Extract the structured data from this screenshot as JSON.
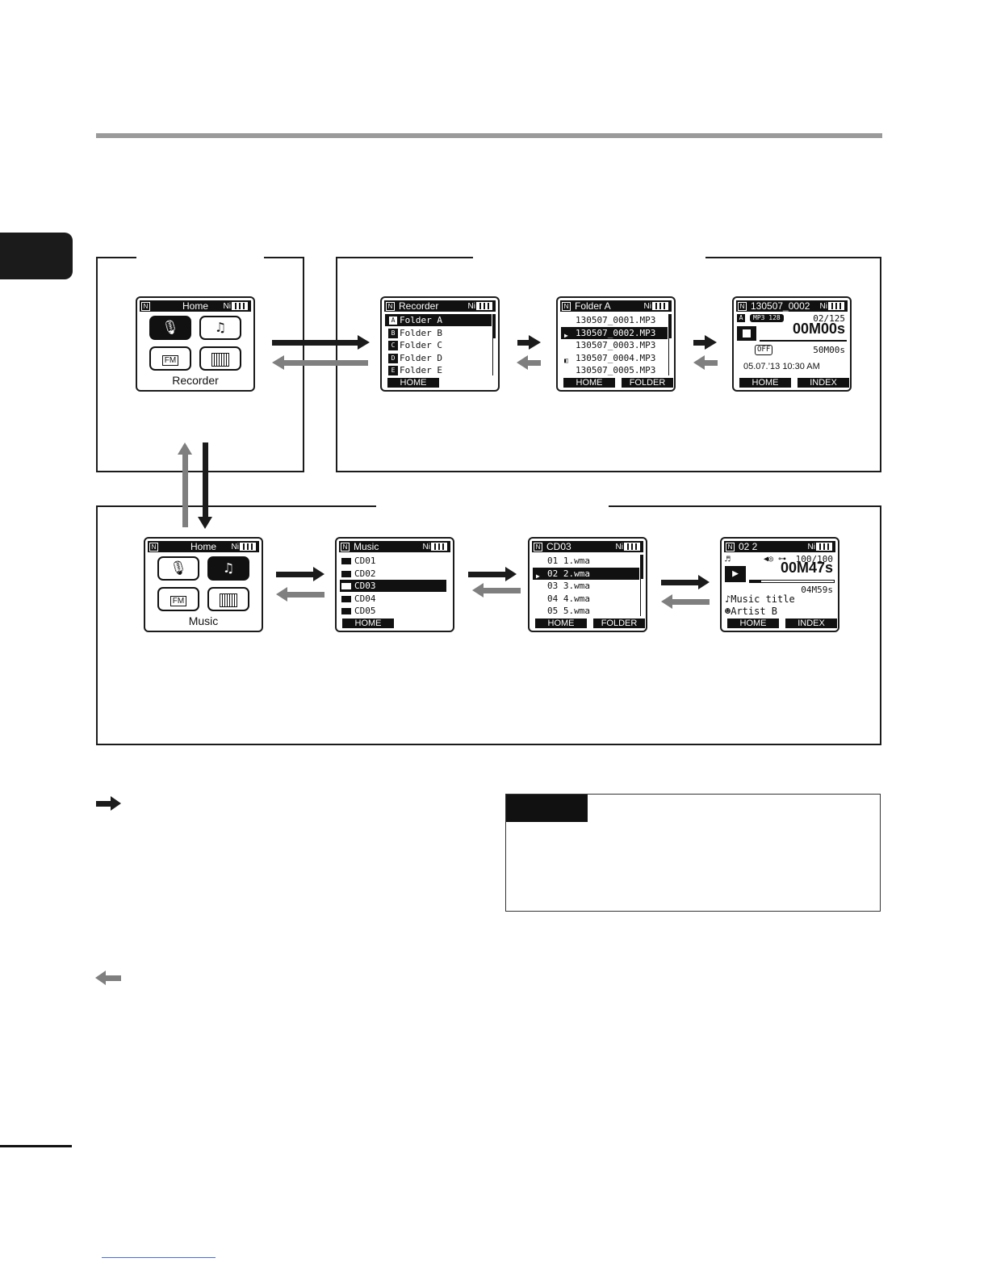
{
  "colors": {
    "dark_arrow": "#1b1b1b",
    "light_arrow": "#7f7f7f",
    "rule": "#9a9a9a"
  },
  "recorder_home": {
    "title": "Home",
    "label": "Recorder",
    "icons": [
      "microphone-icon",
      "music-note-icon",
      "fm-radio-icon",
      "calendar-icon"
    ],
    "fm_text": "FM"
  },
  "recorder_list": {
    "title": "Recorder",
    "folders": [
      {
        "letter": "A",
        "name": "Folder A"
      },
      {
        "letter": "B",
        "name": "Folder B"
      },
      {
        "letter": "C",
        "name": "Folder C"
      },
      {
        "letter": "D",
        "name": "Folder D"
      },
      {
        "letter": "E",
        "name": "Folder E"
      }
    ],
    "softkey_left": "HOME"
  },
  "folder_a": {
    "title": "Folder A",
    "files": [
      "130507_0001.MP3",
      "130507_0002.MP3",
      "130507_0003.MP3",
      "130507_0004.MP3",
      "130507_0005.MP3"
    ],
    "softkey_left": "HOME",
    "softkey_right": "FOLDER"
  },
  "recorder_file": {
    "title": "130507_0002",
    "folder_letter": "A",
    "format": "MP3 128",
    "count": "02/125",
    "elapsed": "00M00s",
    "filter": "OFF",
    "length": "50M00s",
    "datetime": "05.07.’13 10:30 AM",
    "softkey_left": "HOME",
    "softkey_right": "INDEX"
  },
  "music_home": {
    "title": "Home",
    "label": "Music",
    "fm_text": "FM"
  },
  "music_list": {
    "title": "Music",
    "folders": [
      "CD01",
      "CD02",
      "CD03",
      "CD04",
      "CD05"
    ],
    "softkey_left": "HOME"
  },
  "cd03": {
    "title": "CD03",
    "tracks": [
      {
        "num": "01",
        "name": "1.wma"
      },
      {
        "num": "02",
        "name": "2.wma"
      },
      {
        "num": "03",
        "name": "3.wma"
      },
      {
        "num": "04",
        "name": "4.wma"
      },
      {
        "num": "05",
        "name": "5.wma"
      }
    ],
    "softkey_left": "HOME",
    "softkey_right": "FOLDER"
  },
  "music_file": {
    "title": "02 2",
    "volume": "100/100",
    "elapsed": "00M47s",
    "length": "04M59s",
    "track_title": "Music title",
    "artist": "Artist B",
    "softkey_left": "HOME",
    "softkey_right": "INDEX"
  },
  "battery_label": "Ni"
}
